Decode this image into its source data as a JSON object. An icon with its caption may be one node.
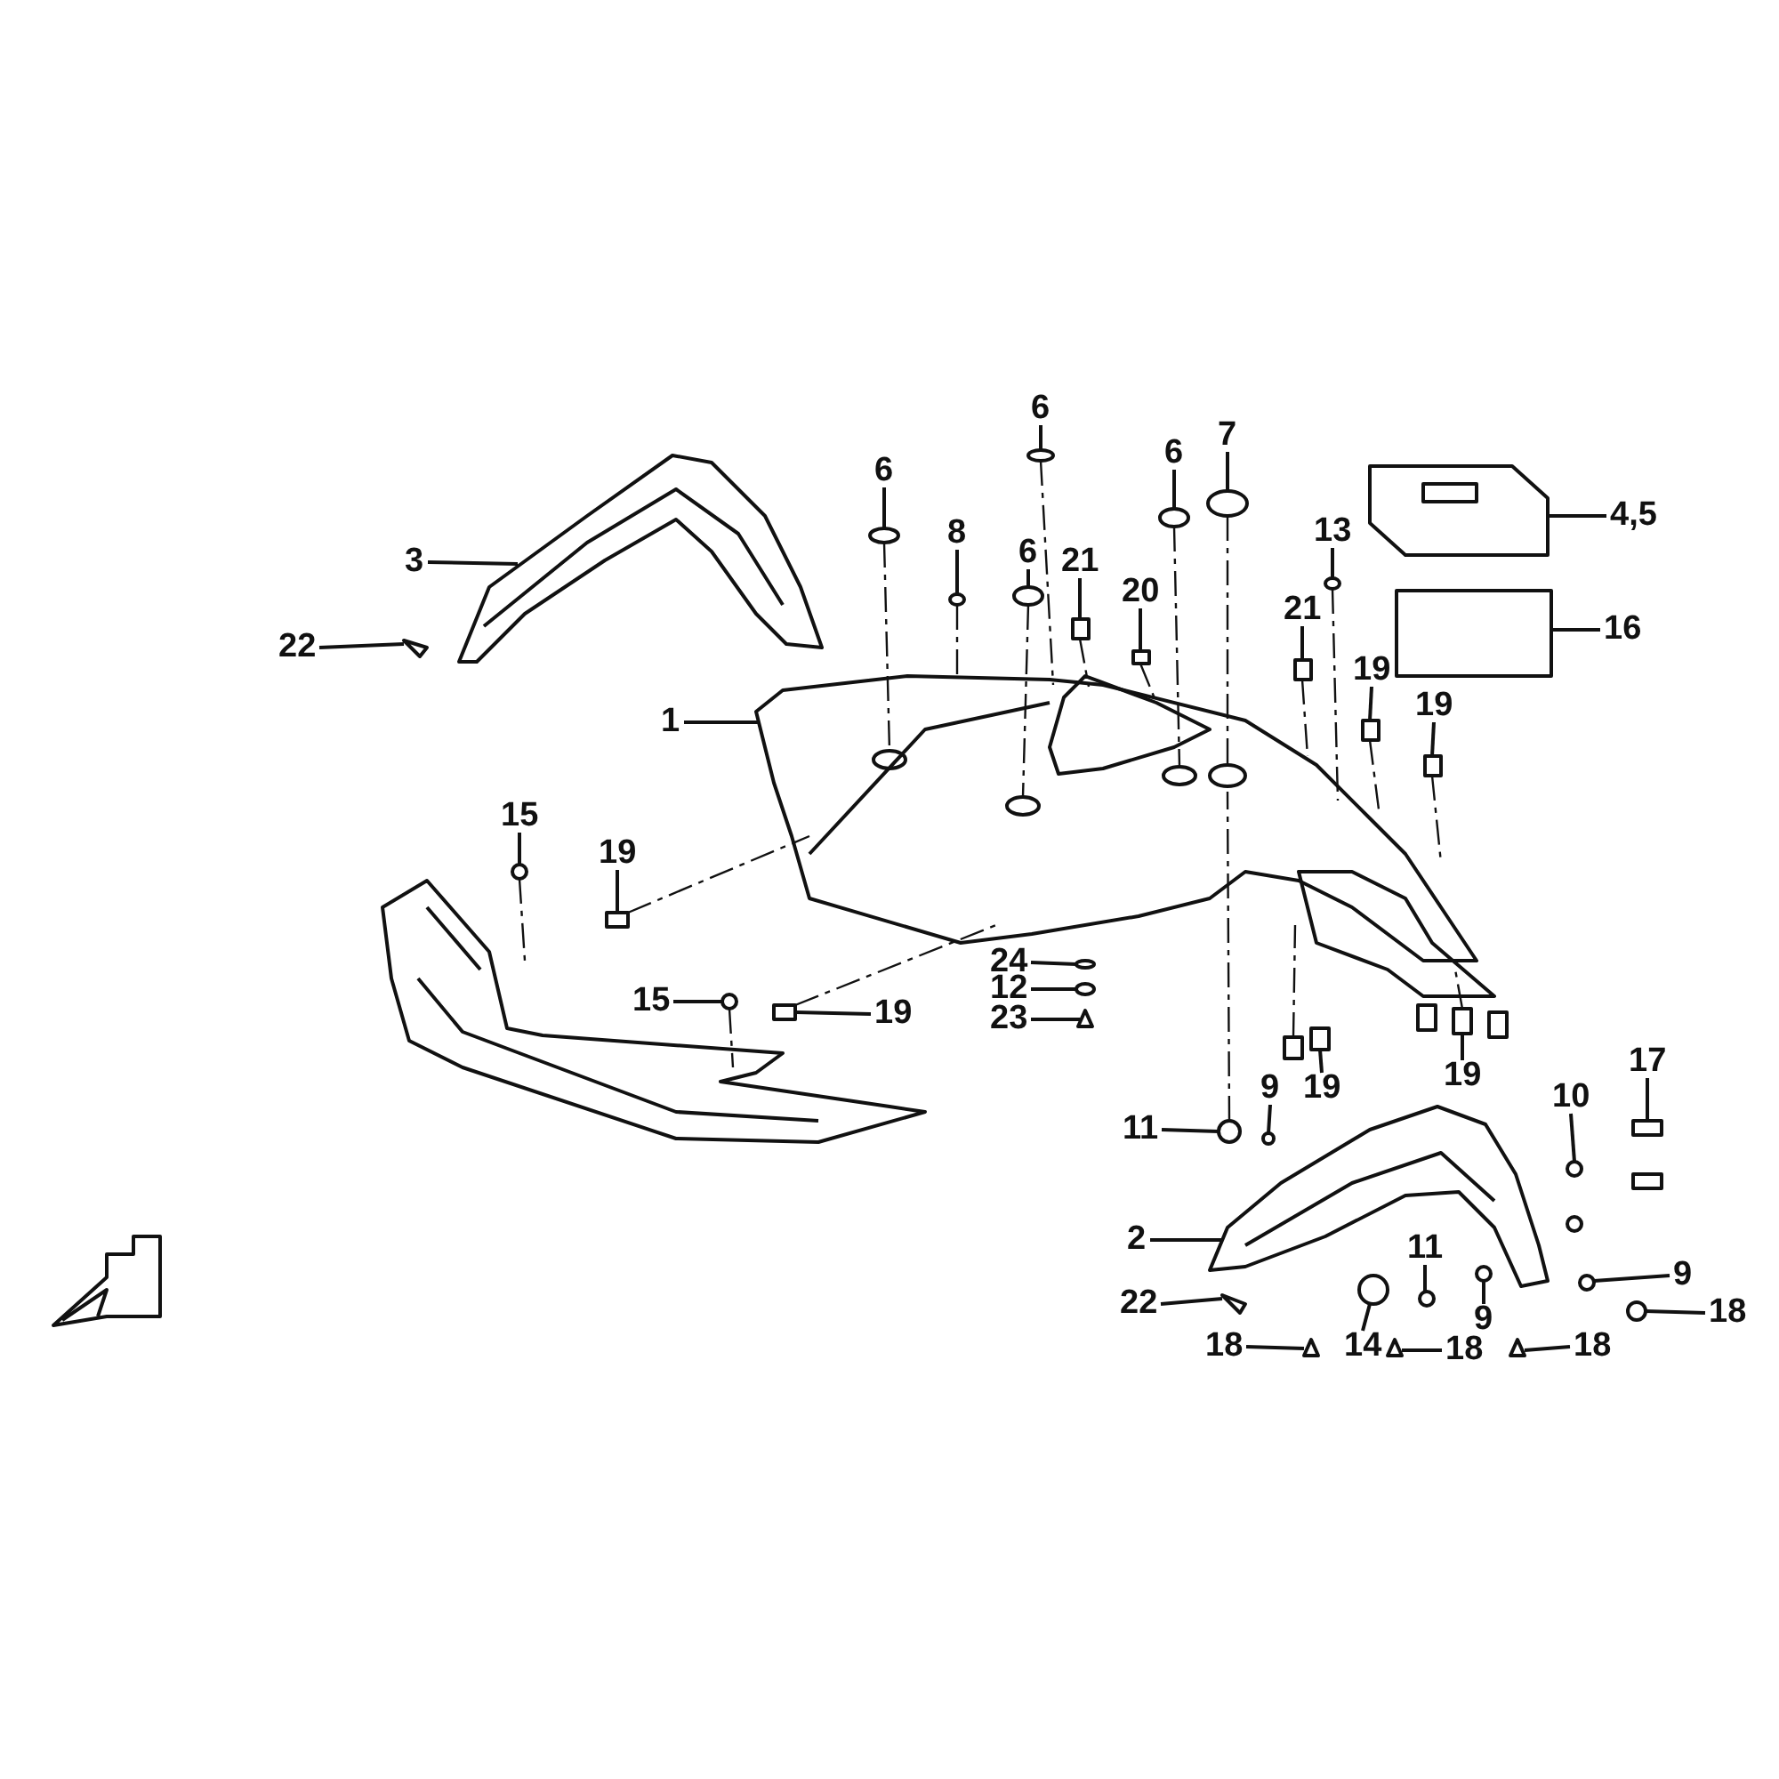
{
  "diagram": {
    "nodes": [
      {
        "text": [
          "6"
        ]
      },
      {
        "text": [
          "6"
        ]
      },
      {
        "text": [
          "6"
        ]
      },
      {
        "text": [
          "7"
        ]
      },
      {
        "text": [
          "3"
        ]
      },
      {
        "text": [
          "4,5"
        ]
      },
      {
        "text": [
          "8"
        ]
      },
      {
        "text": [
          "6"
        ]
      },
      {
        "text": [
          "21"
        ]
      },
      {
        "text": [
          "20"
        ]
      },
      {
        "text": [
          "13"
        ]
      },
      {
        "text": [
          "22"
        ]
      },
      {
        "text": [
          "16"
        ]
      },
      {
        "text": [
          "21"
        ]
      },
      {
        "text": [
          "19"
        ]
      },
      {
        "text": [
          "19"
        ]
      },
      {
        "text": [
          "1"
        ]
      },
      {
        "text": [
          "15"
        ]
      },
      {
        "text": [
          "19"
        ]
      },
      {
        "text": [
          "24"
        ]
      },
      {
        "text": [
          "12"
        ]
      },
      {
        "text": [
          "15"
        ]
      },
      {
        "text": [
          "19"
        ]
      },
      {
        "text": [
          "23"
        ]
      },
      {
        "text": [
          "11"
        ]
      },
      {
        "text": [
          "9"
        ]
      },
      {
        "text": [
          "19"
        ]
      },
      {
        "text": [
          "19"
        ]
      },
      {
        "text": [
          "10"
        ]
      },
      {
        "text": [
          "17"
        ]
      },
      {
        "text": [
          "2"
        ]
      },
      {
        "text": [
          "22"
        ]
      },
      {
        "text": [
          "11"
        ]
      },
      {
        "text": [
          "9"
        ]
      },
      {
        "text": [
          "9"
        ]
      },
      {
        "text": [
          "18"
        ]
      },
      {
        "text": [
          "14"
        ]
      },
      {
        "text": [
          "18"
        ]
      },
      {
        "text": [
          "18"
        ]
      },
      {
        "text": [
          "18"
        ]
      },
      {
        "text": [],
        "shape": "circle"
      },
      {
        "text": [],
        "shape": "circle"
      },
      {
        "text": [],
        "shape": "circle"
      },
      {
        "text": [],
        "shape": "circle"
      },
      {
        "text": [],
        "shape": "picture"
      },
      {
        "text": [],
        "shape": "picture"
      },
      {
        "text": [],
        "shape": "circle"
      },
      {
        "text": [],
        "shape": "circle"
      },
      {
        "text": [],
        "shape": "box"
      },
      {
        "text": [],
        "shape": "box"
      },
      {
        "text": [],
        "shape": "circle"
      },
      {
        "text": [],
        "shape": "picture"
      },
      {
        "text": [],
        "shape": "box"
      },
      {
        "text": [],
        "shape": "box"
      },
      {
        "text": [],
        "shape": "box"
      },
      {
        "text": [],
        "shape": "box"
      },
      {
        "text": [],
        "shape": "picture"
      },
      {
        "text": [],
        "shape": "circle"
      },
      {
        "text": [],
        "shape": "box"
      },
      {
        "text": [],
        "shape": "circle"
      },
      {
        "text": [],
        "shape": "circle"
      },
      {
        "text": [],
        "shape": "circle"
      },
      {
        "text": [],
        "shape": "box"
      },
      {
        "text": [],
        "shape": "triangle"
      },
      {
        "text": [],
        "shape": "circle"
      },
      {
        "text": [],
        "shape": "circle"
      },
      {
        "text": [],
        "shape": "picture"
      },
      {
        "text": [],
        "shape": "picture"
      },
      {
        "text": [],
        "shape": "circle"
      },
      {
        "text": [],
        "shape": "box"
      },
      {
        "text": [],
        "shape": "picture"
      },
      {
        "text": [],
        "shape": "picture"
      },
      {
        "text": [],
        "shape": "circle"
      },
      {
        "text": [],
        "shape": "circle"
      },
      {
        "text": [],
        "shape": "circle"
      },
      {
        "text": [],
        "shape": "triangle"
      },
      {
        "text": [],
        "shape": "circle"
      },
      {
        "text": [],
        "shape": "triangle"
      },
      {
        "text": [],
        "shape": "triangle"
      },
      {
        "text": [],
        "shape": "circle"
      },
      {
        "text": [],
        "shape": "picture"
      }
    ],
    "edges": [
      {
        "from": 0,
        "to": 40,
        "arrow": "none"
      },
      {
        "from": 1,
        "to": 41,
        "arrow": "none"
      },
      {
        "from": 2,
        "to": 42,
        "arrow": "none"
      },
      {
        "from": 3,
        "to": 43,
        "arrow": "none"
      },
      {
        "from": 4,
        "to": 44,
        "arrow": "none"
      },
      {
        "from": 5,
        "to": 45,
        "arrow": "none"
      },
      {
        "from": 6,
        "to": 46,
        "arrow": "none"
      },
      {
        "from": 7,
        "to": 47,
        "arrow": "none"
      },
      {
        "from": 8,
        "to": 48,
        "arrow": "none"
      },
      {
        "from": 9,
        "to": 49,
        "arrow": "none"
      },
      {
        "from": 10,
        "to": 50,
        "arrow": "none"
      },
      {
        "from": 11,
        "to": 51,
        "arrow": "none"
      },
      {
        "from": 12,
        "to": 52,
        "arrow": "none"
      },
      {
        "from": 13,
        "to": 53,
        "arrow": "none"
      },
      {
        "from": 14,
        "to": 54,
        "arrow": "none"
      },
      {
        "from": 15,
        "to": 55,
        "arrow": "none"
      },
      {
        "from": 16,
        "to": 56,
        "arrow": "none"
      },
      {
        "from": 17,
        "to": 57,
        "arrow": "none"
      },
      {
        "from": 18,
        "to": 58,
        "arrow": "none"
      },
      {
        "from": 19,
        "to": 59,
        "arrow": "none"
      },
      {
        "from": 20,
        "to": 60,
        "arrow": "none"
      },
      {
        "from": 21,
        "to": 61,
        "arrow": "none"
      },
      {
        "from": 22,
        "to": 62,
        "arrow": "none"
      },
      {
        "from": 23,
        "to": 63,
        "arrow": "none"
      },
      {
        "from": 24,
        "to": 64,
        "arrow": "none"
      },
      {
        "from": 25,
        "to": 65,
        "arrow": "none"
      },
      {
        "from": 26,
        "to": 66,
        "arrow": "none"
      },
      {
        "from": 27,
        "to": 67,
        "arrow": "none"
      },
      {
        "from": 28,
        "to": 68,
        "arrow": "none"
      },
      {
        "from": 29,
        "to": 69,
        "arrow": "none"
      },
      {
        "from": 30,
        "to": 70,
        "arrow": "none"
      },
      {
        "from": 31,
        "to": 71,
        "arrow": "none"
      },
      {
        "from": 32,
        "to": 72,
        "arrow": "none"
      },
      {
        "from": 33,
        "to": 73,
        "arrow": "none"
      },
      {
        "from": 34,
        "to": 74,
        "arrow": "none"
      },
      {
        "from": 35,
        "to": 75,
        "arrow": "none"
      },
      {
        "from": 36,
        "to": 76,
        "arrow": "none"
      },
      {
        "from": 37,
        "to": 77,
        "arrow": "none"
      },
      {
        "from": 38,
        "to": 78,
        "arrow": "none"
      },
      {
        "from": 39,
        "to": 79,
        "arrow": "none"
      },
      {
        "from": 40,
        "to": 56,
        "arrow": "none",
        "style": "dashed"
      },
      {
        "from": 41,
        "to": 56,
        "arrow": "none",
        "style": "dashed"
      },
      {
        "from": 42,
        "to": 56,
        "arrow": "none",
        "style": "dashed"
      },
      {
        "from": 43,
        "to": 56,
        "arrow": "none",
        "style": "dashed"
      },
      {
        "from": 46,
        "to": 56,
        "arrow": "none",
        "style": "dashed"
      },
      {
        "from": 47,
        "to": 56,
        "arrow": "none",
        "style": "dashed"
      },
      {
        "from": 48,
        "to": 56,
        "arrow": "none",
        "style": "dashed"
      },
      {
        "from": 49,
        "to": 56,
        "arrow": "none",
        "style": "dashed"
      },
      {
        "from": 50,
        "to": 56,
        "arrow": "none",
        "style": "dashed"
      },
      {
        "from": 53,
        "to": 56,
        "arrow": "none",
        "style": "dashed"
      },
      {
        "from": 54,
        "to": 56,
        "arrow": "none",
        "style": "dashed"
      },
      {
        "from": 55,
        "to": 56,
        "arrow": "none",
        "style": "dashed"
      },
      {
        "from": 57,
        "to": 80,
        "arrow": "none",
        "style": "dashed"
      },
      {
        "from": 61,
        "to": 80,
        "arrow": "none",
        "style": "dashed"
      },
      {
        "from": 58,
        "to": 56,
        "arrow": "none",
        "style": "dashed"
      },
      {
        "from": 62,
        "to": 56,
        "arrow": "none",
        "style": "dashed"
      },
      {
        "from": 64,
        "to": 56,
        "arrow": "none",
        "style": "dashed"
      },
      {
        "from": 66,
        "to": 56,
        "arrow": "none",
        "style": "dashed"
      },
      {
        "from": 67,
        "to": 56,
        "arrow": "none",
        "style": "dashed"
      }
    ]
  }
}
